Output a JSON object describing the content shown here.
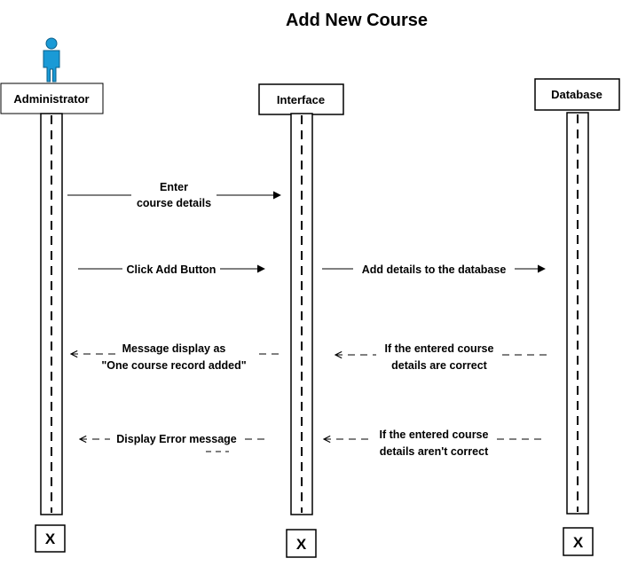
{
  "diagram": {
    "title": "Add New Course",
    "actor_icon": "person-icon",
    "lifelines": {
      "administrator": "Administrator",
      "interface": "Interface",
      "database": "Database"
    },
    "messages": {
      "enter_details": [
        "Enter",
        "course details"
      ],
      "click_add": "Click Add Button",
      "add_to_db": "Add details to the database",
      "success_reply": [
        "Message display as",
        "\"One course record added\""
      ],
      "db_correct": [
        "If the entered course",
        "details are correct"
      ],
      "display_error": "Display Error message",
      "db_incorrect": [
        "If the entered course",
        "details aren't correct"
      ]
    },
    "terminator": "X",
    "colors": {
      "actor": "#1a9ad6",
      "line": "#000000"
    }
  }
}
